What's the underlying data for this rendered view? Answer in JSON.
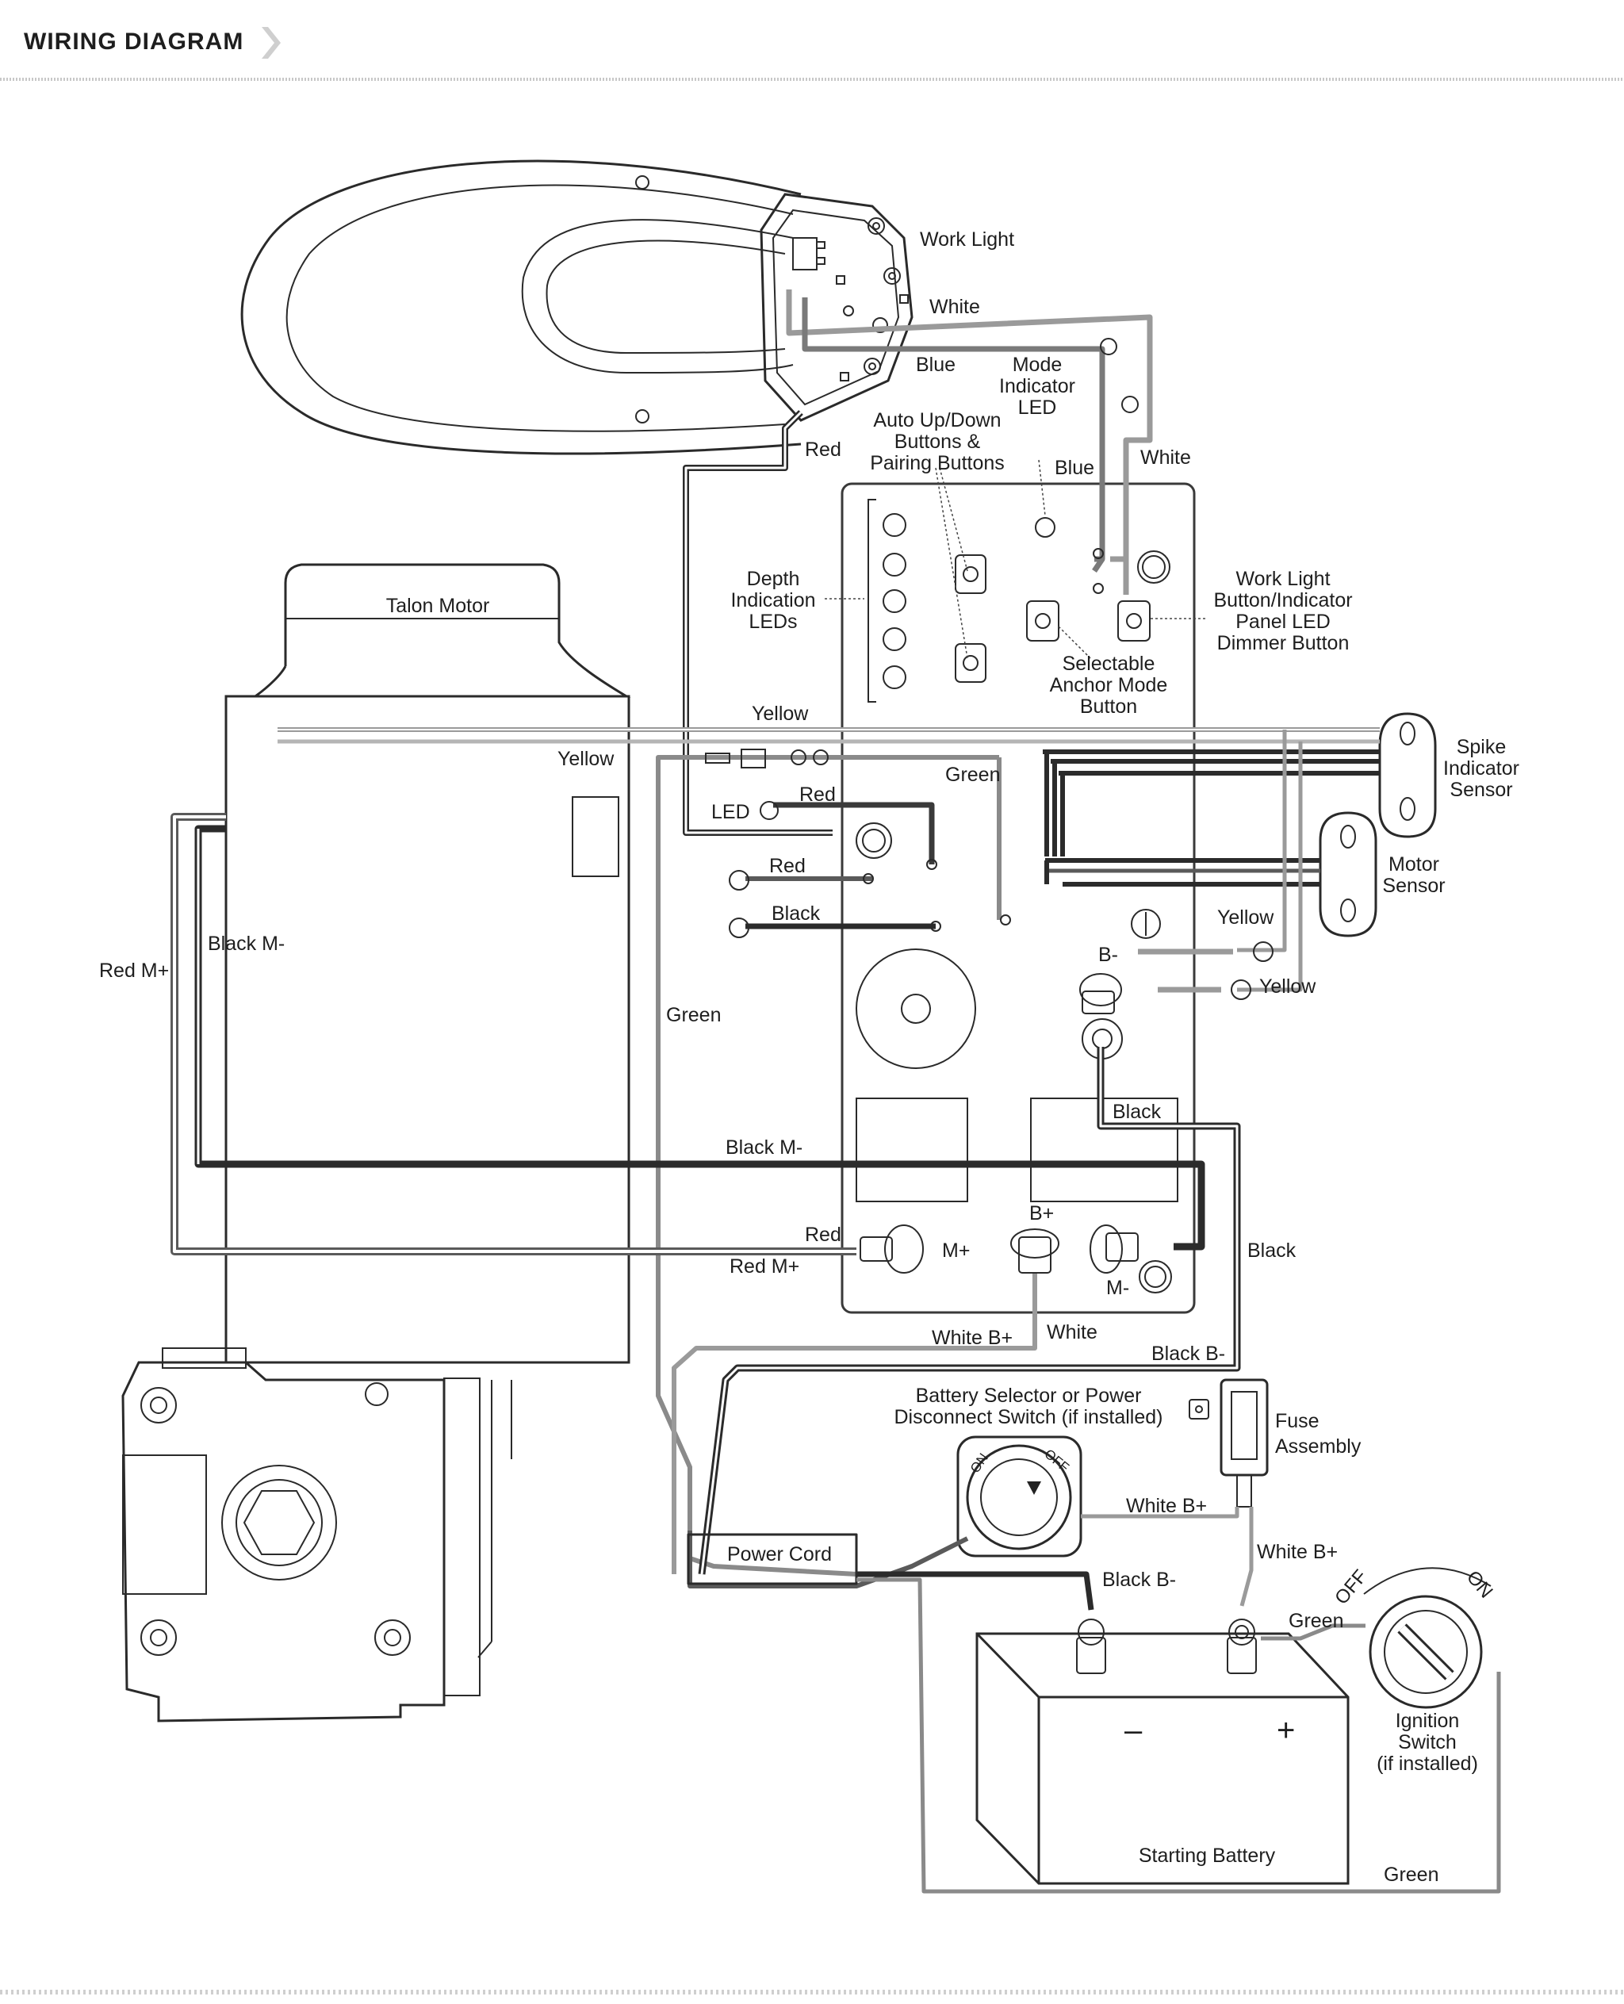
{
  "header": {
    "title": "WIRING DIAGRAM"
  },
  "labels": {
    "work_light": "Work Light",
    "white_top": "White",
    "blue_top": "Blue",
    "mode_indicator": [
      "Mode",
      "Indicator",
      "LED"
    ],
    "red_top": "Red",
    "auto_up_down": [
      "Auto Up/Down",
      "Buttons &",
      "Pairing Buttons"
    ],
    "blue_mid": "Blue",
    "white_mid": "White",
    "talon_motor": "Talon Motor",
    "depth_leds": [
      "Depth",
      "Indication",
      "LEDs"
    ],
    "work_light_button": [
      "Work Light",
      "Button/Indicator",
      "Panel LED",
      "Dimmer Button"
    ],
    "selectable_anchor": [
      "Selectable",
      "Anchor Mode",
      "Button"
    ],
    "yellow_top": "Yellow",
    "yellow_left": "Yellow",
    "green_top": "Green",
    "spike_sensor": [
      "Spike",
      "Indicator",
      "Sensor"
    ],
    "led": "LED",
    "red_led": "Red",
    "red_mid": "Red",
    "black_mid": "Black",
    "motor_sensor": [
      "Motor",
      "Sensor"
    ],
    "red_m_plus_left": "Red M+",
    "black_m_minus_left": "Black M-",
    "yellow_r1": "Yellow",
    "b_minus": "B-",
    "yellow_r2": "Yellow",
    "green_left": "Green",
    "black_b_terminal": "Black",
    "black_m_minus_mid": "Black M-",
    "b_plus": "B+",
    "red_small": "Red",
    "m_plus": "M+",
    "red_m_plus": "Red M+",
    "black_right": "Black",
    "m_minus": "M-",
    "white_b_plus_1": "White B+",
    "white_small": "White",
    "black_b_minus": "Black B-",
    "battery_selector": [
      "Battery Selector or Power",
      "Disconnect Switch (if installed)"
    ],
    "fuse_assembly": [
      "Fuse",
      "Assembly"
    ],
    "switch_on": "ON",
    "switch_off": "OFF",
    "white_b_plus_2": "White B+",
    "power_cord": "Power Cord",
    "white_b_plus_3": "White B+",
    "black_b_minus_2": "Black B-",
    "ign_off": "OFF",
    "ign_on": "ON",
    "green_battery": "Green",
    "battery_minus": "–",
    "battery_plus": "+",
    "ignition_switch": [
      "Ignition",
      "Switch",
      "(if installed)"
    ],
    "starting_battery": "Starting Battery",
    "green_bottom": "Green"
  },
  "wire_colors": {
    "red": "#3a3a3a",
    "black": "#2b2b2b",
    "white": "#9a9a9a",
    "blue": "#7a7a7a",
    "yellow": "#b5b5b5",
    "green": "#8a8a8a"
  }
}
